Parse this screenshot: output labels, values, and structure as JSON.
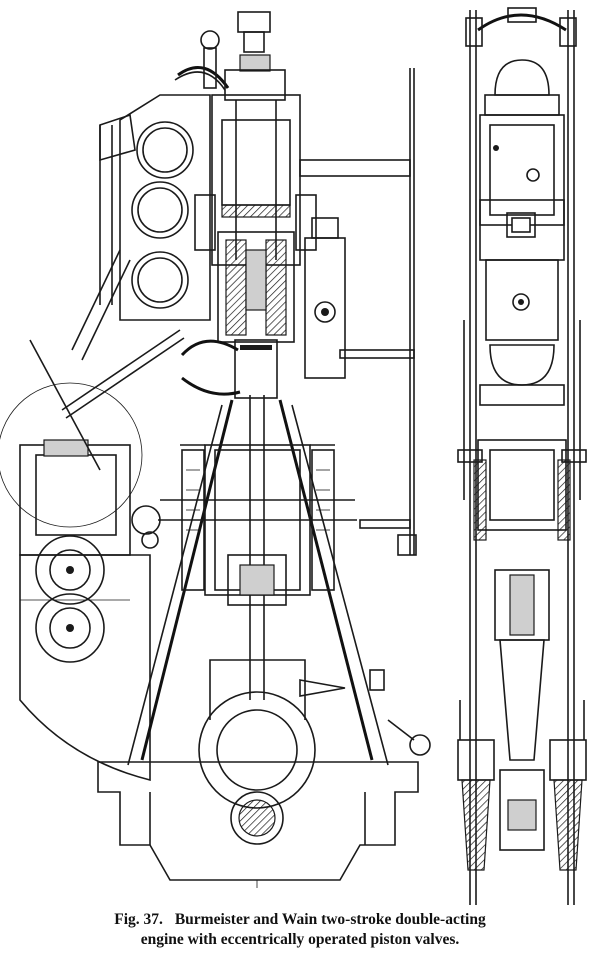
{
  "caption": {
    "figure_number": "Fig. 37.",
    "line1": "Burmeister and Wain two-stroke double-acting",
    "line2": "engine with eccentrically operated piston valves."
  }
}
